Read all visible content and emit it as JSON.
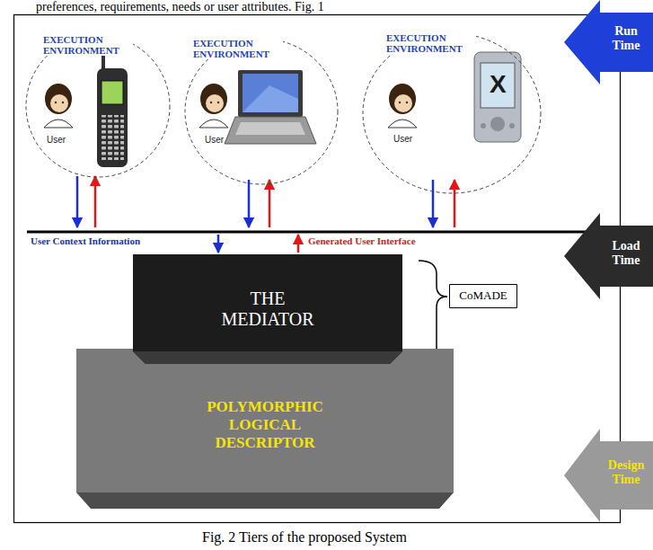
{
  "diagram": {
    "caption": "Fig. 2 Tiers of the proposed System",
    "nodes": [
      {
        "text": [
          "EXECUTION ENVIRONMENT",
          "User"
        ]
      },
      {
        "text": [
          "EXECUTION ENVIRONMENT",
          "User"
        ]
      },
      {
        "text": [
          "EXECUTION ENVIRONMENT",
          "User"
        ]
      },
      {
        "text": [
          "THE MEDIATOR"
        ]
      },
      {
        "text": [
          "POLYMORPHIC LOGICAL DESCRIPTOR"
        ]
      },
      {
        "text": [
          "CoMADE"
        ]
      },
      {
        "text": [
          "Run Time"
        ]
      },
      {
        "text": [
          "Load Time"
        ]
      },
      {
        "text": [
          "Design Time"
        ]
      }
    ],
    "labels": [
      "preferences, requirements, needs or user attributes. Fig. 1",
      "User Context Information",
      "Generated User Interface",
      "X"
    ]
  }
}
